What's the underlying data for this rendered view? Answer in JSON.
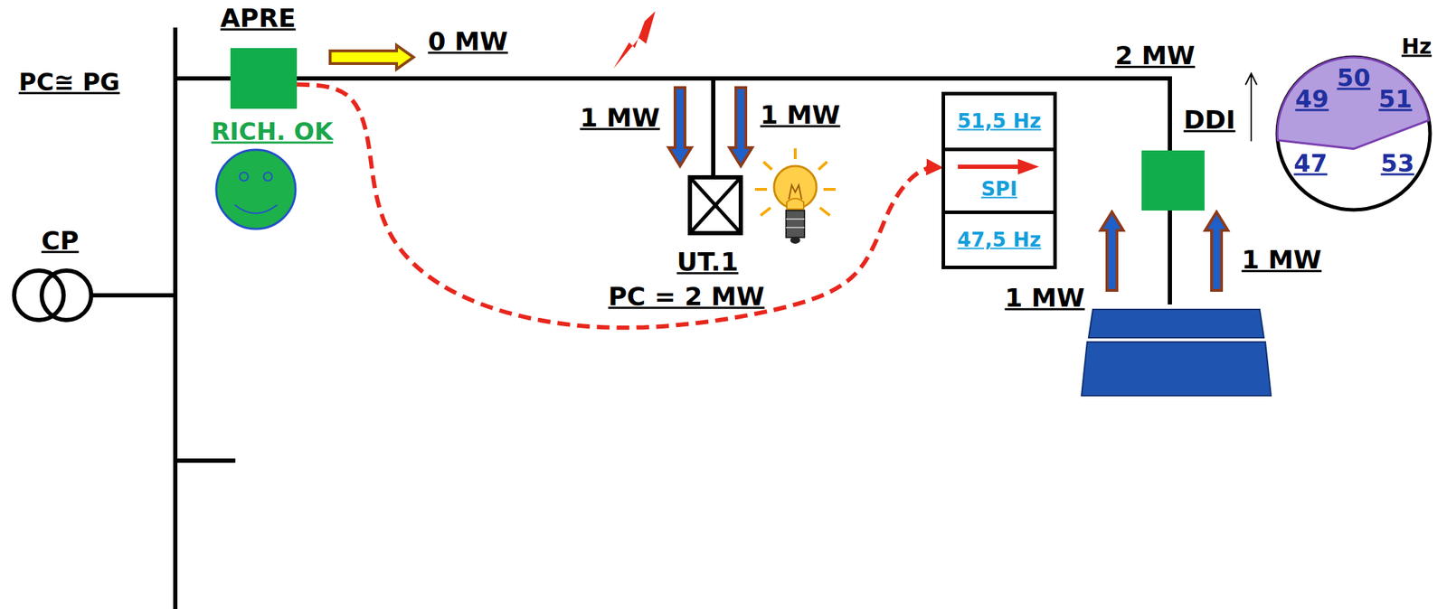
{
  "diagram": {
    "nodes": [
      {
        "text": [
          "APRE"
        ]
      },
      {
        "text": [
          "UT.1",
          "PC = 2 MW"
        ]
      },
      {
        "text": [
          "51,5 Hz"
        ]
      },
      {
        "text": [
          "SPI"
        ]
      },
      {
        "text": [
          "47,5 Hz"
        ]
      },
      {
        "text": [
          "DDI"
        ]
      },
      {
        "text": [
          "Hz",
          "50",
          "49",
          "51",
          "47",
          "53"
        ]
      },
      {
        "text": [
          "CP"
        ]
      }
    ],
    "edges": [
      {
        "from": 0,
        "to": 3,
        "arrow": "to"
      }
    ],
    "labels": [
      "PC≅ PG",
      "RICH. OK",
      "0 MW",
      "1 MW",
      "1 MW",
      "2 MW",
      "1 MW",
      "1 MW"
    ]
  }
}
